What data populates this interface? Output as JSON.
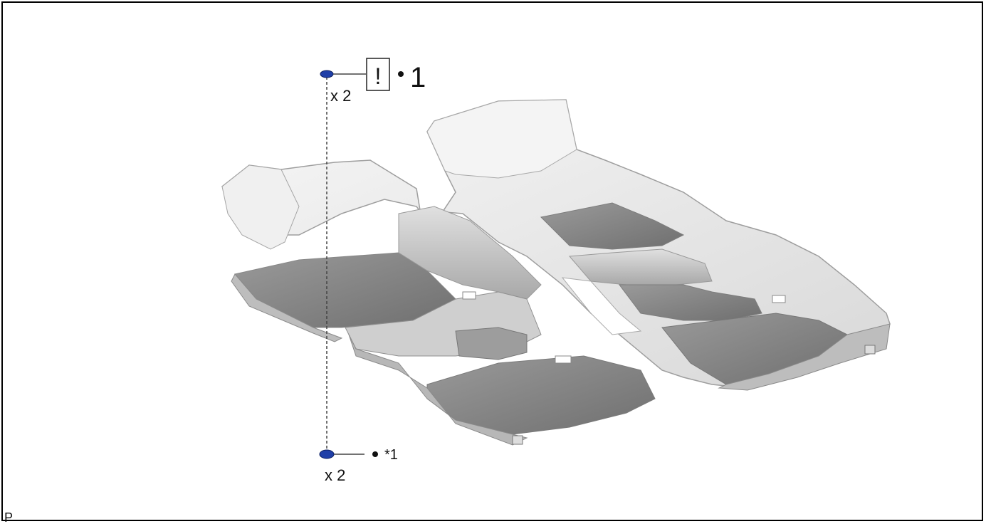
{
  "callouts": {
    "top_qty": "x 2",
    "top_part_number": "1",
    "top_warning_symbol": "!",
    "bottom_qty": "x 2",
    "bottom_note": "*1"
  },
  "corner_label": "P",
  "colors": {
    "clip": "#1f3fa8",
    "line": "#444444",
    "carpet_light": "#f2f2f2",
    "carpet_mid": "#cfcfcf",
    "carpet_dark": "#7d7d7d"
  }
}
